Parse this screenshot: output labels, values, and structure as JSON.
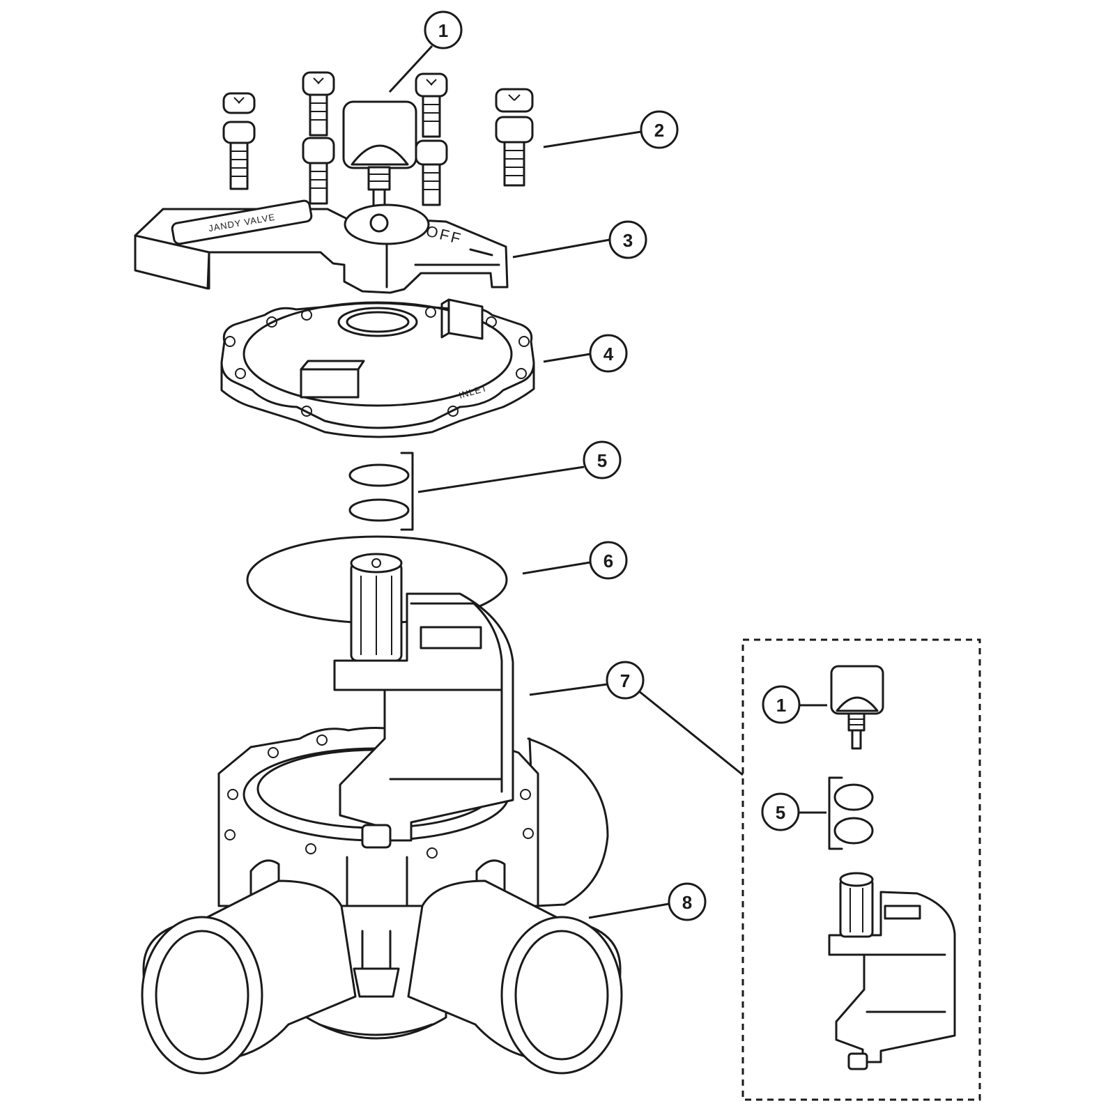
{
  "callouts": {
    "c1": "1",
    "c2": "2",
    "c3": "3",
    "c4": "4",
    "c5": "5",
    "c6": "6",
    "c7": "7",
    "c8": "8",
    "kit_c1": "1",
    "kit_c5": "5"
  },
  "embossed": {
    "handle_brand": "JANDY VALVE",
    "handle_off": "OFF",
    "cover_inlet": "INLET"
  }
}
